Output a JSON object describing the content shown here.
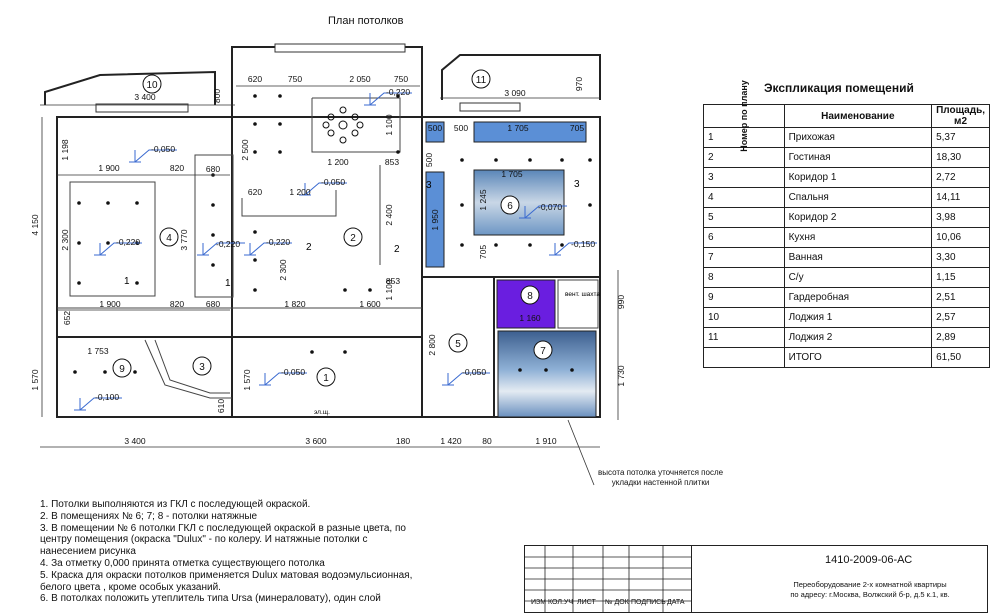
{
  "plan_title": "План потолков",
  "explication": {
    "title": "Экспликация помещений",
    "headers": {
      "num": "Номер по плану",
      "name": "Наименование",
      "area": "Площадь, м2"
    },
    "rows": [
      {
        "num": "1",
        "name": "Прихожая",
        "area": "5,37"
      },
      {
        "num": "2",
        "name": "Гостиная",
        "area": "18,30"
      },
      {
        "num": "3",
        "name": "Коридор 1",
        "area": "2,72"
      },
      {
        "num": "4",
        "name": "Спальня",
        "area": "14,11"
      },
      {
        "num": "5",
        "name": "Коридор 2",
        "area": "3,98"
      },
      {
        "num": "6",
        "name": "Кухня",
        "area": "10,06"
      },
      {
        "num": "7",
        "name": "Ванная",
        "area": "3,30"
      },
      {
        "num": "8",
        "name": "С/у",
        "area": "1,15"
      },
      {
        "num": "9",
        "name": "Гардеробная",
        "area": "2,51"
      },
      {
        "num": "10",
        "name": "Лоджия 1",
        "area": "2,57"
      },
      {
        "num": "11",
        "name": "Лоджия 2",
        "area": "2,89"
      },
      {
        "num": "",
        "name": "ИТОГО",
        "area": "61,50"
      }
    ]
  },
  "notes": [
    "1. Потолки выполняются из ГКЛ с последующей окраской.",
    "2. В помещениях № 6; 7; 8 - потолки натяжные",
    "3. В помещении № 6 потолки ГКЛ с последующей окраской в разные цвета, по",
    "центру помещения (окраска \"Dulux\" - по колеру. И  натяжные потолки с",
    "нанесением рисунка",
    "4. За отметку 0,000 принята отметка существующего потолка",
    "5. Краска для окраски потолков применяется Dulux матовая водоэмульсионная,",
    "белого цвета , кроме особых указаний.",
    "6. В потолках положить утеплитель типа Ursa (минераловату), один слой"
  ],
  "callout": [
    "высота потолка уточняется после",
    "укладки настенной плитки"
  ],
  "stamp": {
    "code": "1410-2009-06-АС",
    "description": [
      "Переоборудование  2-х комнатной квартиры",
      "по адресу: г.Москва, Волжский б-р, д.5 к.1, кв."
    ],
    "columns": [
      "ИЗМ",
      "КОЛ.УЧ",
      "ЛИСТ",
      "№ ДОК",
      "ПОДПИСЬ",
      "ДАТА"
    ]
  },
  "rooms": [
    "1",
    "2",
    "3",
    "4",
    "5",
    "6",
    "7",
    "8",
    "9",
    "10",
    "11"
  ],
  "levels": [
    "-0,220",
    "-0,050",
    "-0,050",
    "-0,220",
    "-0,220",
    "-0,220",
    "-0,070",
    "-0,150",
    "-0,050",
    "-0,050",
    "-0,100"
  ],
  "dims_top": [
    "620",
    "750",
    "2 050",
    "750",
    "3 400",
    "800",
    "3 090",
    "970"
  ],
  "dims_inner": [
    "1 900",
    "820",
    "1 200",
    "853",
    "620",
    "1 200",
    "1 705",
    "500",
    "500",
    "705",
    "1 705",
    "1 900",
    "820",
    "680",
    "1 820",
    "1 600",
    "853",
    "1 160",
    "1 753",
    "680"
  ],
  "dims_vertical": [
    "1 198",
    "2 300",
    "3 770",
    "2 500",
    "1 100",
    "2 400",
    "2 300",
    "1 100",
    "1 950",
    "1 245",
    "705",
    "2 800",
    "1 570",
    "1 570",
    "1 730",
    "990",
    "610",
    "652",
    "4 150",
    "500"
  ],
  "dims_bottom": [
    "3 400",
    "3 600",
    "180",
    "1 420",
    "80",
    "1 910"
  ],
  "labels": {
    "vent": "вент. шахта",
    "el_panel": "эл.щ.",
    "arrow_marks": [
      "1",
      "1",
      "2",
      "2",
      "3",
      "3"
    ]
  },
  "colors": {
    "blue_ceiling": "#5b8fd6",
    "purple_ceiling": "#6a1ee0",
    "line": "#111111",
    "level_mark": "#3a6ad0"
  }
}
